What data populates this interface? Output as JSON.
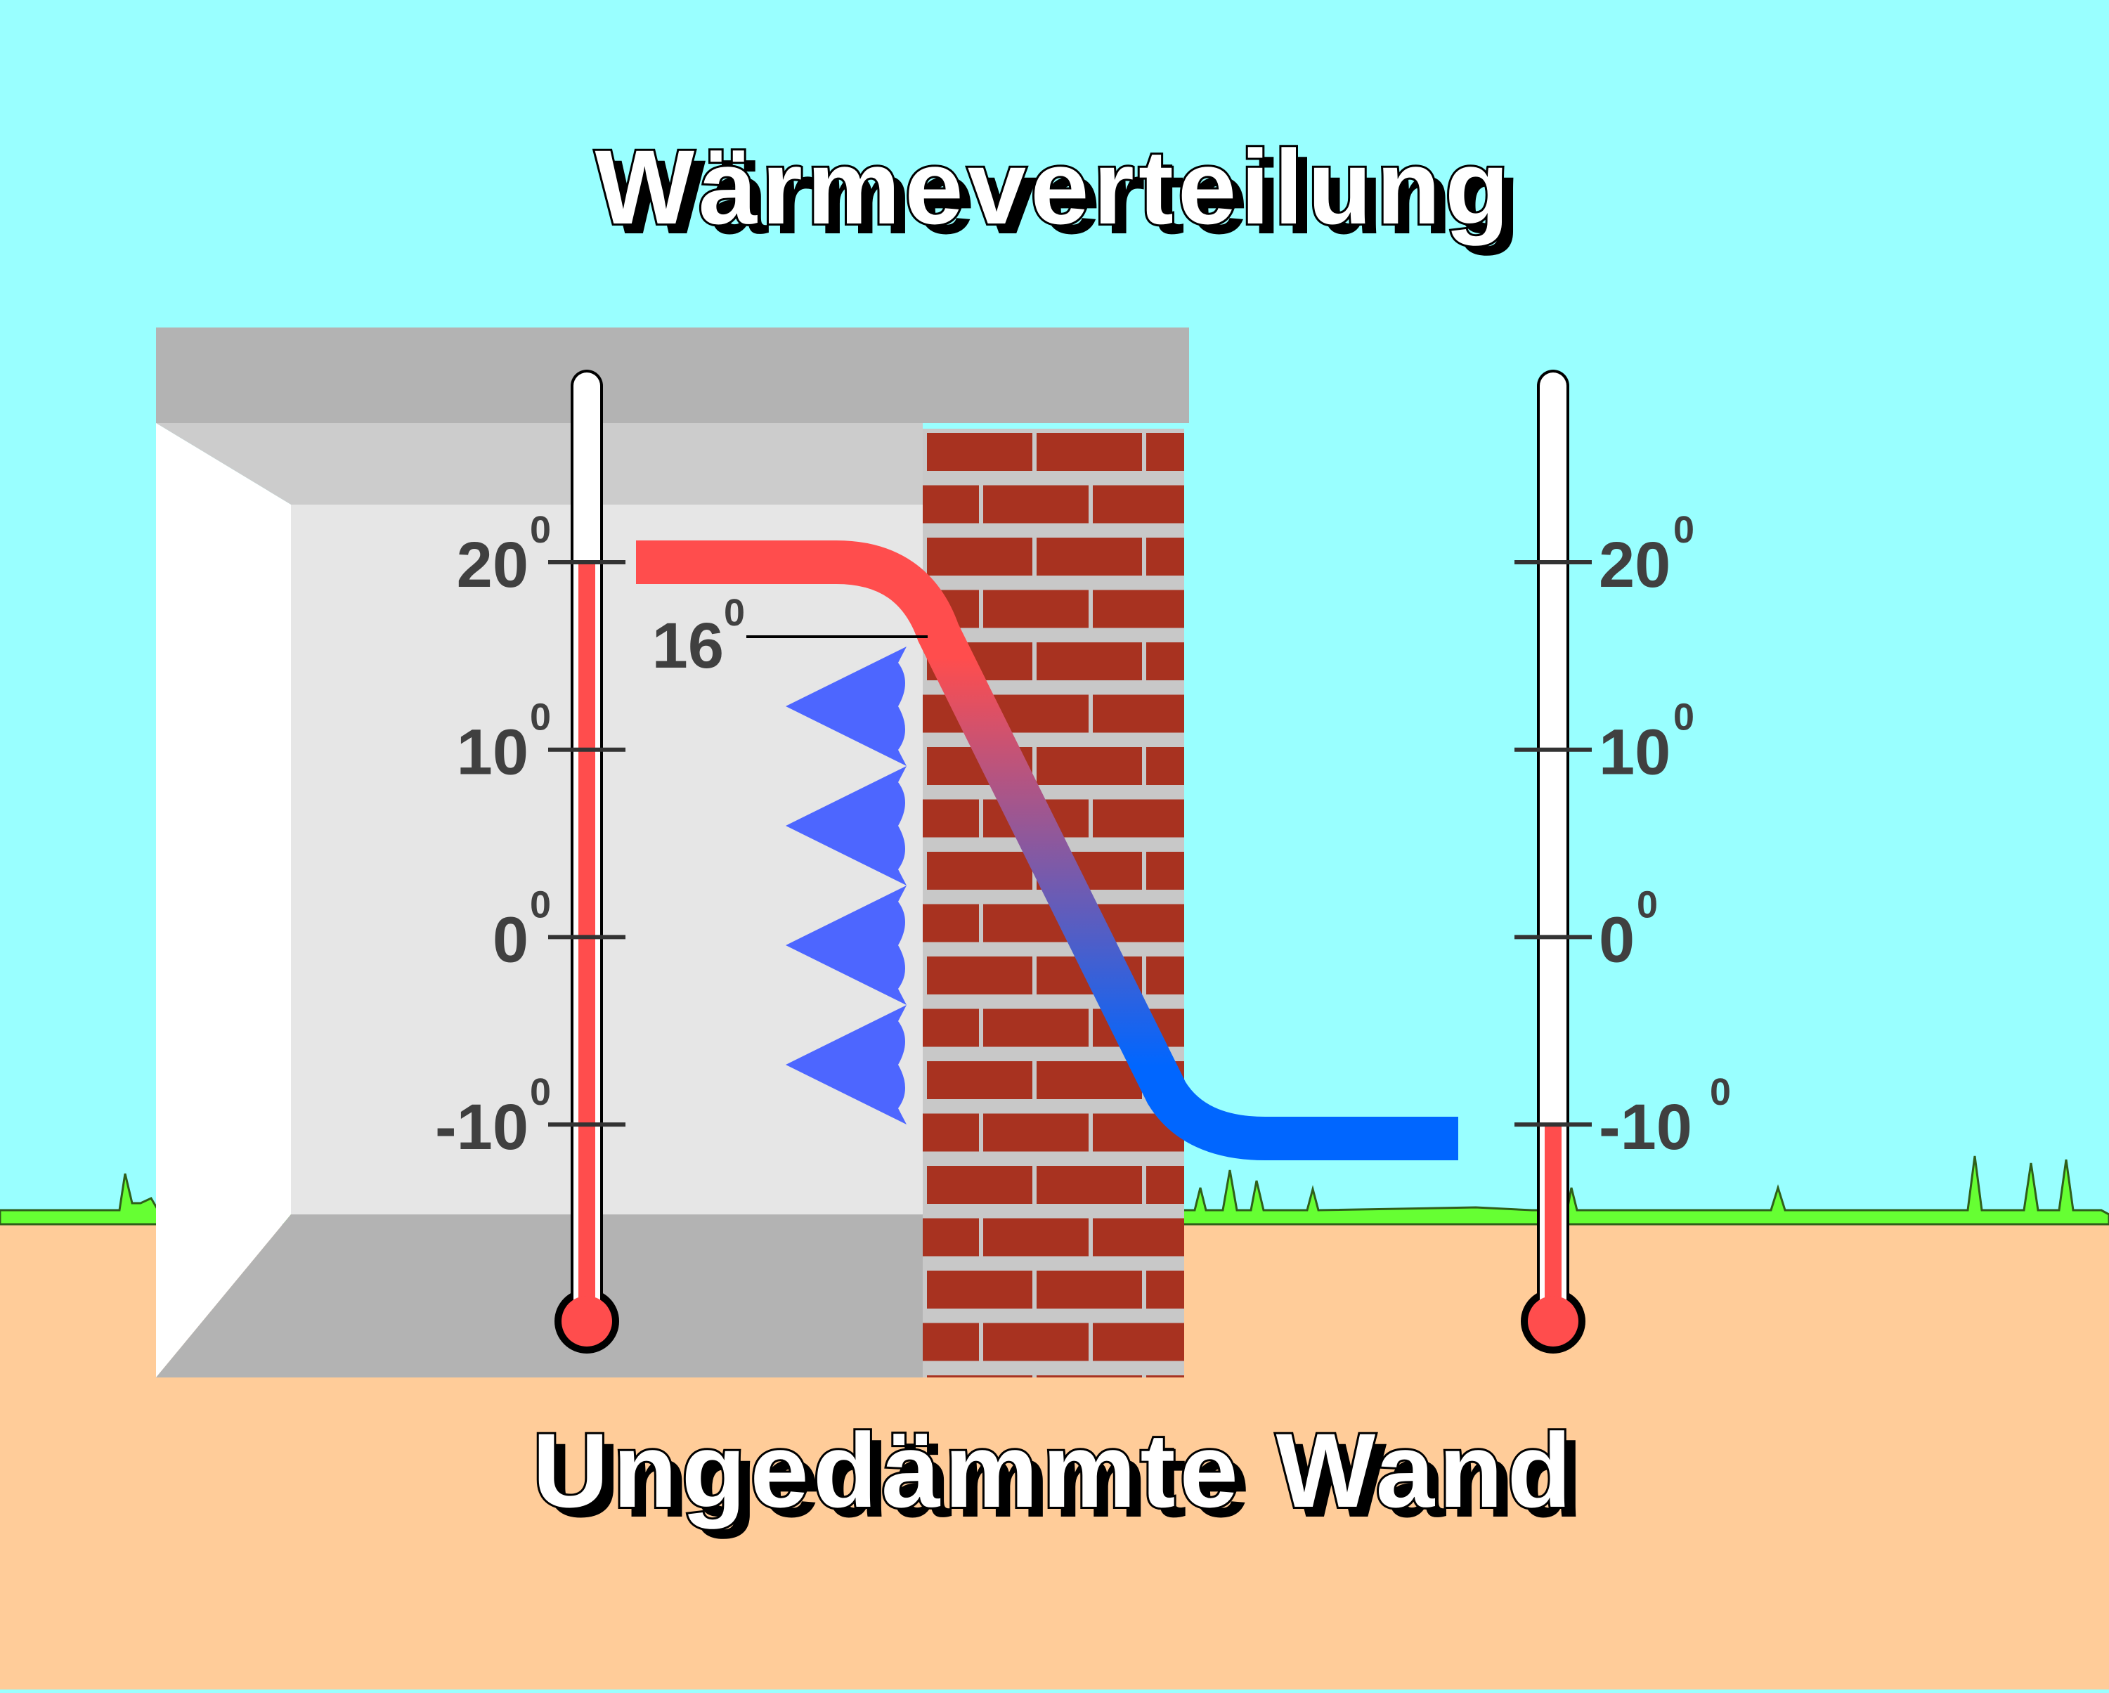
{
  "title": "Wärmeverteilung",
  "subtitle": "Ungedämmte Wand",
  "degree_marker": "0",
  "thermometer_inside": {
    "ticks": [
      "20",
      "10",
      "0",
      "-10"
    ],
    "reading": 20
  },
  "thermometer_outside": {
    "ticks": [
      "20",
      "10",
      "0",
      "-10"
    ],
    "reading": -10
  },
  "wall_surface_annotation": "16",
  "colors": {
    "sky": "#99ffff",
    "ground": "#ffcc99",
    "grass": "#66ff33",
    "brick": "#a83220",
    "mortar": "#c8c8c8",
    "thermometer_fill": "#ff4d4d",
    "warm": "#ff4d4d",
    "cold": "#0066ff",
    "heat_loss_arrows": "#4d66ff"
  }
}
